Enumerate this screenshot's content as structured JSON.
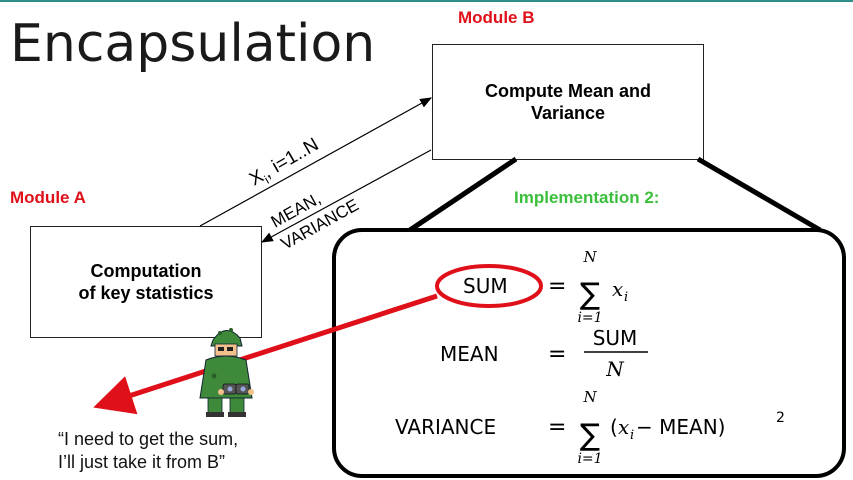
{
  "title": "Encapsulation",
  "module_a": {
    "label": "Module A",
    "box_line1": "Computation",
    "box_line2": "of key statistics"
  },
  "module_b": {
    "label": "Module B",
    "box_line1": "Compute Mean and",
    "box_line2": "Variance"
  },
  "arrows": {
    "input_label_var": "X",
    "input_label_sub": "i",
    "input_label_rest": ", i=1..N",
    "output_label_line1": "MEAN,",
    "output_label_line2": "VARIANCE"
  },
  "implementation": {
    "label": "Implementation 2:",
    "eq1_lhs": "SUM",
    "eq1_sum_top": "N",
    "eq1_sum_bottom": "i=1",
    "eq1_rhs_var": "x",
    "eq1_rhs_sub": "i",
    "eq2_lhs": "MEAN",
    "eq2_num": "SUM",
    "eq2_den": "N",
    "eq3_lhs": "VARIANCE",
    "eq3_sum_top": "N",
    "eq3_sum_bottom": "i=1",
    "eq3_rhs_pre": "(",
    "eq3_rhs_var": "x",
    "eq3_rhs_sub": "i",
    "eq3_rhs_mid": " − MEAN)",
    "eq3_rhs_exp": "2",
    "equals": "=",
    "sigma": "∑"
  },
  "quote_line1": "“I need to get the sum,",
  "quote_line2": "I’ll just take it from B”",
  "colors": {
    "red": "#e0101a",
    "green": "#3bbf3b",
    "teal_rule": "#2f8f8a"
  },
  "icons": [
    "soldier-with-binoculars-icon"
  ]
}
